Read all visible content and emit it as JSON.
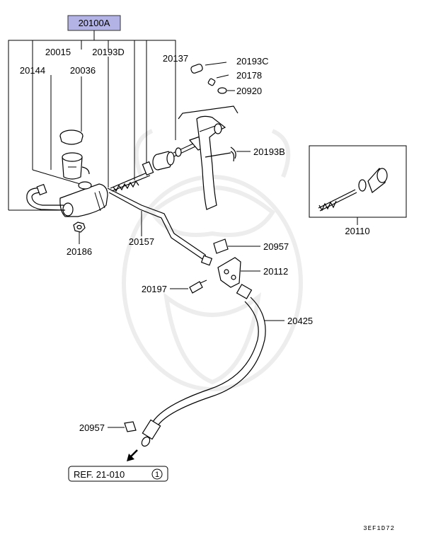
{
  "diagram": {
    "labels": {
      "main_assembly": "20100A",
      "p20015": "20015",
      "p20193D": "20193D",
      "p20144": "20144",
      "p20036": "20036",
      "p20137": "20137",
      "p20193C": "20193C",
      "p20178": "20178",
      "p20920": "20920",
      "p20193B": "20193B",
      "p20110": "20110",
      "p20186": "20186",
      "p20157": "20157",
      "p20957a": "20957",
      "p20112": "20112",
      "p20197": "20197",
      "p20425": "20425",
      "p20957b": "20957"
    },
    "reference": {
      "text": "REF. 21-010",
      "circled_number": "1"
    },
    "figure_code": "3EF1D72",
    "highlight_color": "#b3b3e6"
  }
}
